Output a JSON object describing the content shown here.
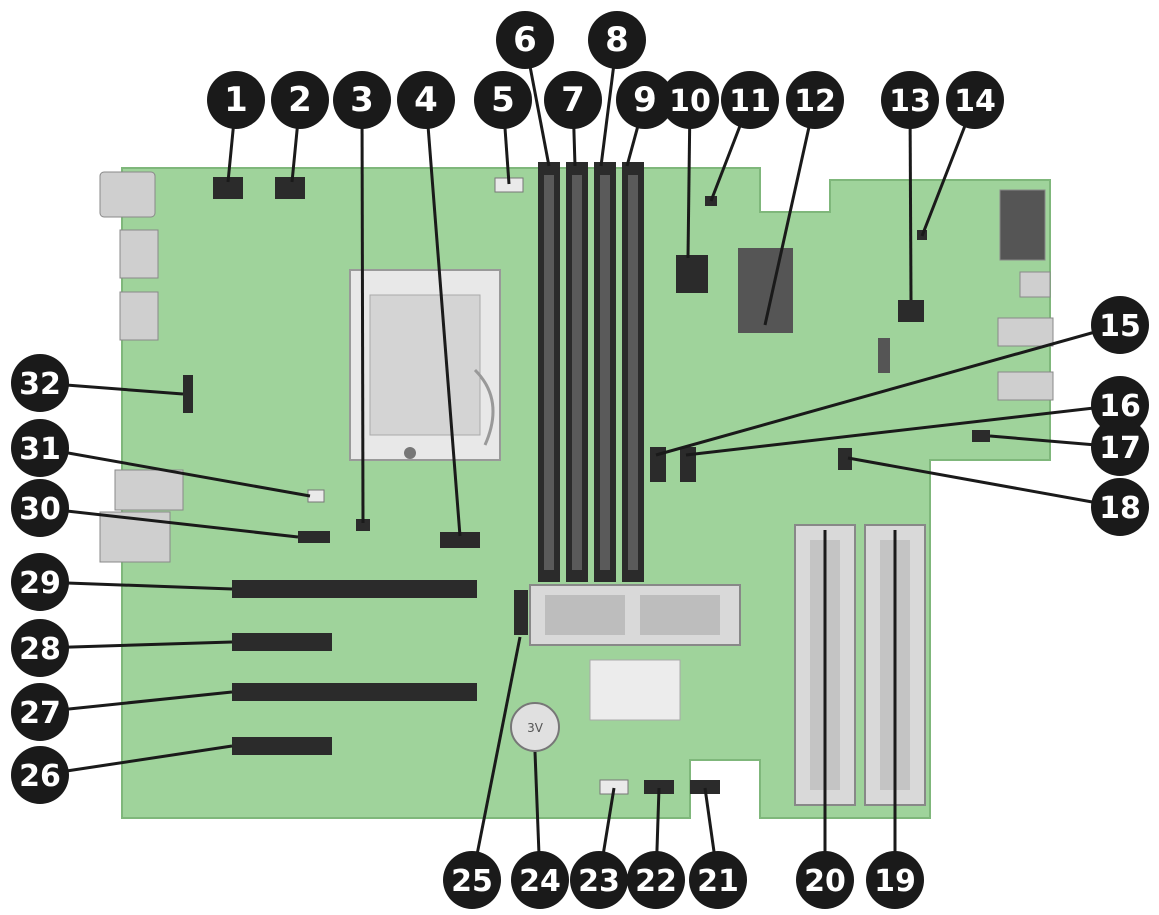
{
  "colors": {
    "board": "#9fd39b",
    "board_edge": "#8cc488",
    "component_dark": "#2b2b2b",
    "component_mid": "#6d6d6d",
    "metal": "#c9c9c9",
    "callout": "#1a1a1a",
    "callout_text": "#ffffff"
  },
  "callouts": [
    {
      "id": 1,
      "label": "1"
    },
    {
      "id": 2,
      "label": "2"
    },
    {
      "id": 3,
      "label": "3"
    },
    {
      "id": 4,
      "label": "4"
    },
    {
      "id": 5,
      "label": "5"
    },
    {
      "id": 6,
      "label": "6"
    },
    {
      "id": 7,
      "label": "7"
    },
    {
      "id": 8,
      "label": "8"
    },
    {
      "id": 9,
      "label": "9"
    },
    {
      "id": 10,
      "label": "10"
    },
    {
      "id": 11,
      "label": "11"
    },
    {
      "id": 12,
      "label": "12"
    },
    {
      "id": 13,
      "label": "13"
    },
    {
      "id": 14,
      "label": "14"
    },
    {
      "id": 15,
      "label": "15"
    },
    {
      "id": 16,
      "label": "16"
    },
    {
      "id": 17,
      "label": "17"
    },
    {
      "id": 18,
      "label": "18"
    },
    {
      "id": 19,
      "label": "19"
    },
    {
      "id": 20,
      "label": "20"
    },
    {
      "id": 21,
      "label": "21"
    },
    {
      "id": 22,
      "label": "22"
    },
    {
      "id": 23,
      "label": "23"
    },
    {
      "id": 24,
      "label": "24"
    },
    {
      "id": 25,
      "label": "25"
    },
    {
      "id": 26,
      "label": "26"
    },
    {
      "id": 27,
      "label": "27"
    },
    {
      "id": 28,
      "label": "28"
    },
    {
      "id": 29,
      "label": "29"
    },
    {
      "id": 30,
      "label": "30"
    },
    {
      "id": 31,
      "label": "31"
    },
    {
      "id": 32,
      "label": "32"
    }
  ],
  "battery_text": "3V"
}
